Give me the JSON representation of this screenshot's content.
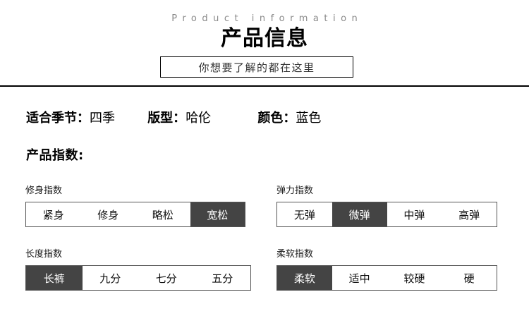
{
  "header": {
    "eyebrow": "Product information",
    "title": "产品信息",
    "subtitle": "你想要了解的都在这里"
  },
  "specs": [
    {
      "label": "适合季节：",
      "value": "四季"
    },
    {
      "label": "版型：",
      "value": "哈伦"
    },
    {
      "label": "颜色：",
      "value": "蓝色"
    }
  ],
  "section": {
    "heading": "产品指数:"
  },
  "indices": [
    {
      "name": "fit",
      "label": "修身指数",
      "options": [
        "紧身",
        "修身",
        "略松",
        "宽松"
      ],
      "selected_index": 3,
      "selected": "宽松"
    },
    {
      "name": "elastic",
      "label": "弹力指数",
      "options": [
        "无弹",
        "微弹",
        "中弹",
        "高弹"
      ],
      "selected_index": 1,
      "selected": "微弹"
    },
    {
      "name": "length",
      "label": "长度指数",
      "options": [
        "长裤",
        "九分",
        "七分",
        "五分"
      ],
      "selected_index": 0,
      "selected": "长裤"
    },
    {
      "name": "softness",
      "label": "柔软指数",
      "options": [
        "柔软",
        "适中",
        "较硬",
        "硬"
      ],
      "selected_index": 0,
      "selected": "柔软"
    }
  ],
  "colors": {
    "active_cell_bg": "#444444",
    "active_cell_text": "#ffffff",
    "border": "#555555",
    "eyebrow_text": "#8a8a8a",
    "rule": "#000000",
    "page_bg": "#ffffff"
  }
}
